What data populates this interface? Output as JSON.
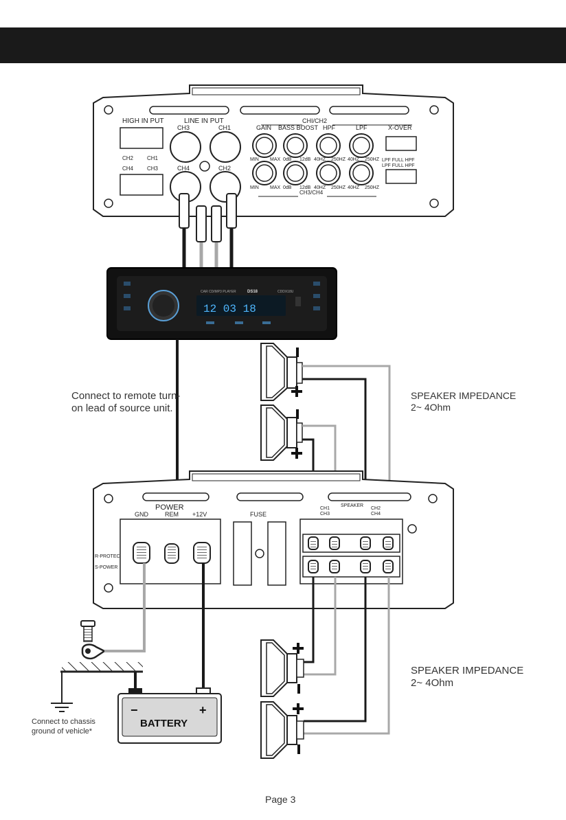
{
  "header": {
    "title": ""
  },
  "amp_top": {
    "high_input": "HIGH IN PUT",
    "line_input": "LINE IN PUT",
    "ch1_ch2": "CHI/CH2",
    "ch3_ch4": "CH3/CH4",
    "ch3": "CH3",
    "ch1": "CH1",
    "ch4": "CH4",
    "ch2": "CH2",
    "gain": "GAIN",
    "bass_boost": "BASS BOOST",
    "hpf": "HPF",
    "lpf": "LPF",
    "xover": "X-OVER",
    "min": "MIN",
    "max": "MAX",
    "db0": "0dB",
    "db12": "12dB",
    "hz40": "40HZ",
    "hz250": "250HZ",
    "lpf_full_hpf": "LPF FULL HPF",
    "high_ch2": "CH2",
    "high_ch1": "CH1",
    "high_ch4": "CH4",
    "high_ch3": "CH3"
  },
  "head_unit": {
    "label": "CAR CD/MP3 PLAYER",
    "brand": "DS18",
    "model": "CDDX18U",
    "display": "12 03 18"
  },
  "remote_note": "Connect to remote turn-on lead of source unit.",
  "impedance_top": {
    "title": "SPEAKER IMPEDANCE",
    "value": "2~ 4Ohm"
  },
  "impedance_bottom": {
    "title": "SPEAKER IMPEDANCE",
    "value": "2~ 4Ohm"
  },
  "amp_bottom": {
    "power": "POWER",
    "gnd": "GND",
    "rem": "REM",
    "v12": "+12V",
    "fuse": "FUSE",
    "speaker": "SPEAKER",
    "ch1": "CH1",
    "ch3": "CH3",
    "ch2": "CH2",
    "ch4": "CH4",
    "r_protect": "R-PROTECT",
    "s_power": "S-POWER"
  },
  "battery": {
    "label": "BATTERY",
    "minus": "−",
    "plus": "+"
  },
  "ground_note": "Connect to chassis ground of vehicle*",
  "footer": {
    "page": "Page 3"
  },
  "colors": {
    "header_bar": "#1a1a1a",
    "wire_dark": "#1a1a1a",
    "wire_light": "#a8a8a8",
    "panel": "#ffffff",
    "lcd": "#4fb7ff"
  }
}
